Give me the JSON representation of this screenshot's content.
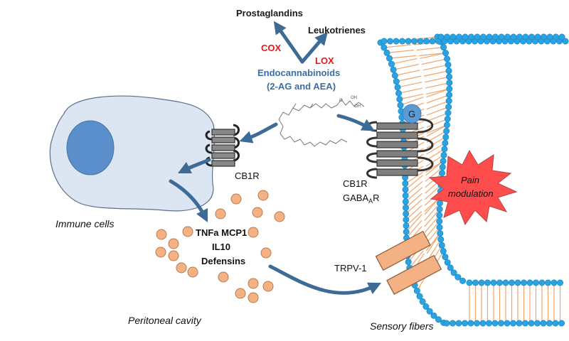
{
  "pathway": {
    "products": [
      "Prostaglandins",
      "Leukotrienes"
    ],
    "enzymes": [
      "COX",
      "LOX"
    ],
    "source": "Endocannabinoids",
    "source_detail": "(2-AG and AEA)"
  },
  "immune": {
    "receptor": "CB1R",
    "cell_label": "Immune cells",
    "mediators": [
      "TNFa MCP1",
      "IL10",
      "Defensins"
    ],
    "compartment": "Peritoneal cavity"
  },
  "sensory": {
    "receptor_line1": "CB1R",
    "receptor_line2_main": "GABA",
    "receptor_line2_sub": "A",
    "receptor_line2_end": "R",
    "g_protein": "G",
    "pain_line1": "Pain",
    "pain_line2": "modulation",
    "channel": "TRPV-1",
    "fiber_label": "Sensory fibers"
  },
  "colors": {
    "arrow": "#3d6b96",
    "enzyme": "#e0191b",
    "source_text": "#3a6fa3",
    "cell_fill": "#dbe6f2",
    "nucleus": "#5b8fcb",
    "bead": "#29a3e2",
    "tail": "#f0a46b",
    "pain": "#ff4d4d",
    "mediator": "#f4b183"
  }
}
